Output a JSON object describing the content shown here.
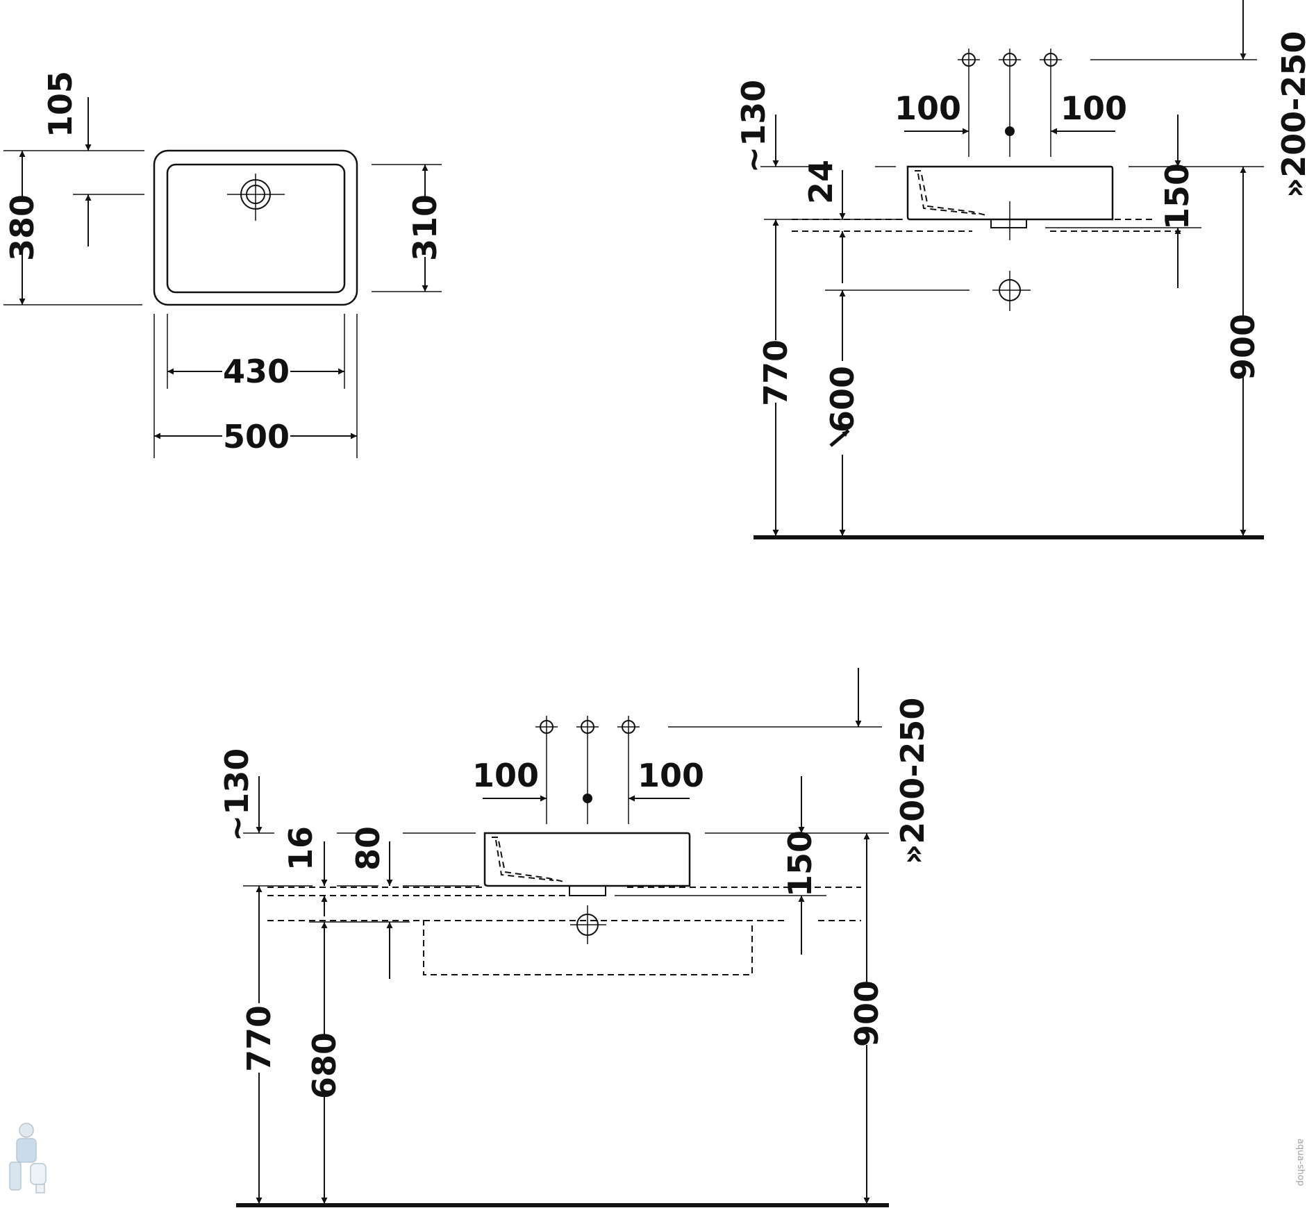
{
  "plan_view": {
    "dim_105": "105",
    "dim_380": "380",
    "dim_310": "310",
    "dim_430": "430",
    "dim_500": "500"
  },
  "side_view_top": {
    "dim_130": "~130",
    "dim_100_left": "100",
    "dim_100_right": "100",
    "dim_200_250": "»200-250",
    "dim_24": "24",
    "dim_150": "150",
    "dim_770": "770",
    "dim_600": "600",
    "dim_900": "900"
  },
  "side_view_bottom": {
    "dim_130": "~130",
    "dim_100_left": "100",
    "dim_100_right": "100",
    "dim_200_250": "»200-250",
    "dim_16": "16",
    "dim_80": "80",
    "dim_150": "150",
    "dim_770": "770",
    "dim_680": "680",
    "dim_900": "900"
  },
  "watermark": {
    "side_text": "aqua-shop"
  },
  "colors": {
    "line": "#111111",
    "background": "#ffffff",
    "watermark": "#9aa4ad"
  }
}
